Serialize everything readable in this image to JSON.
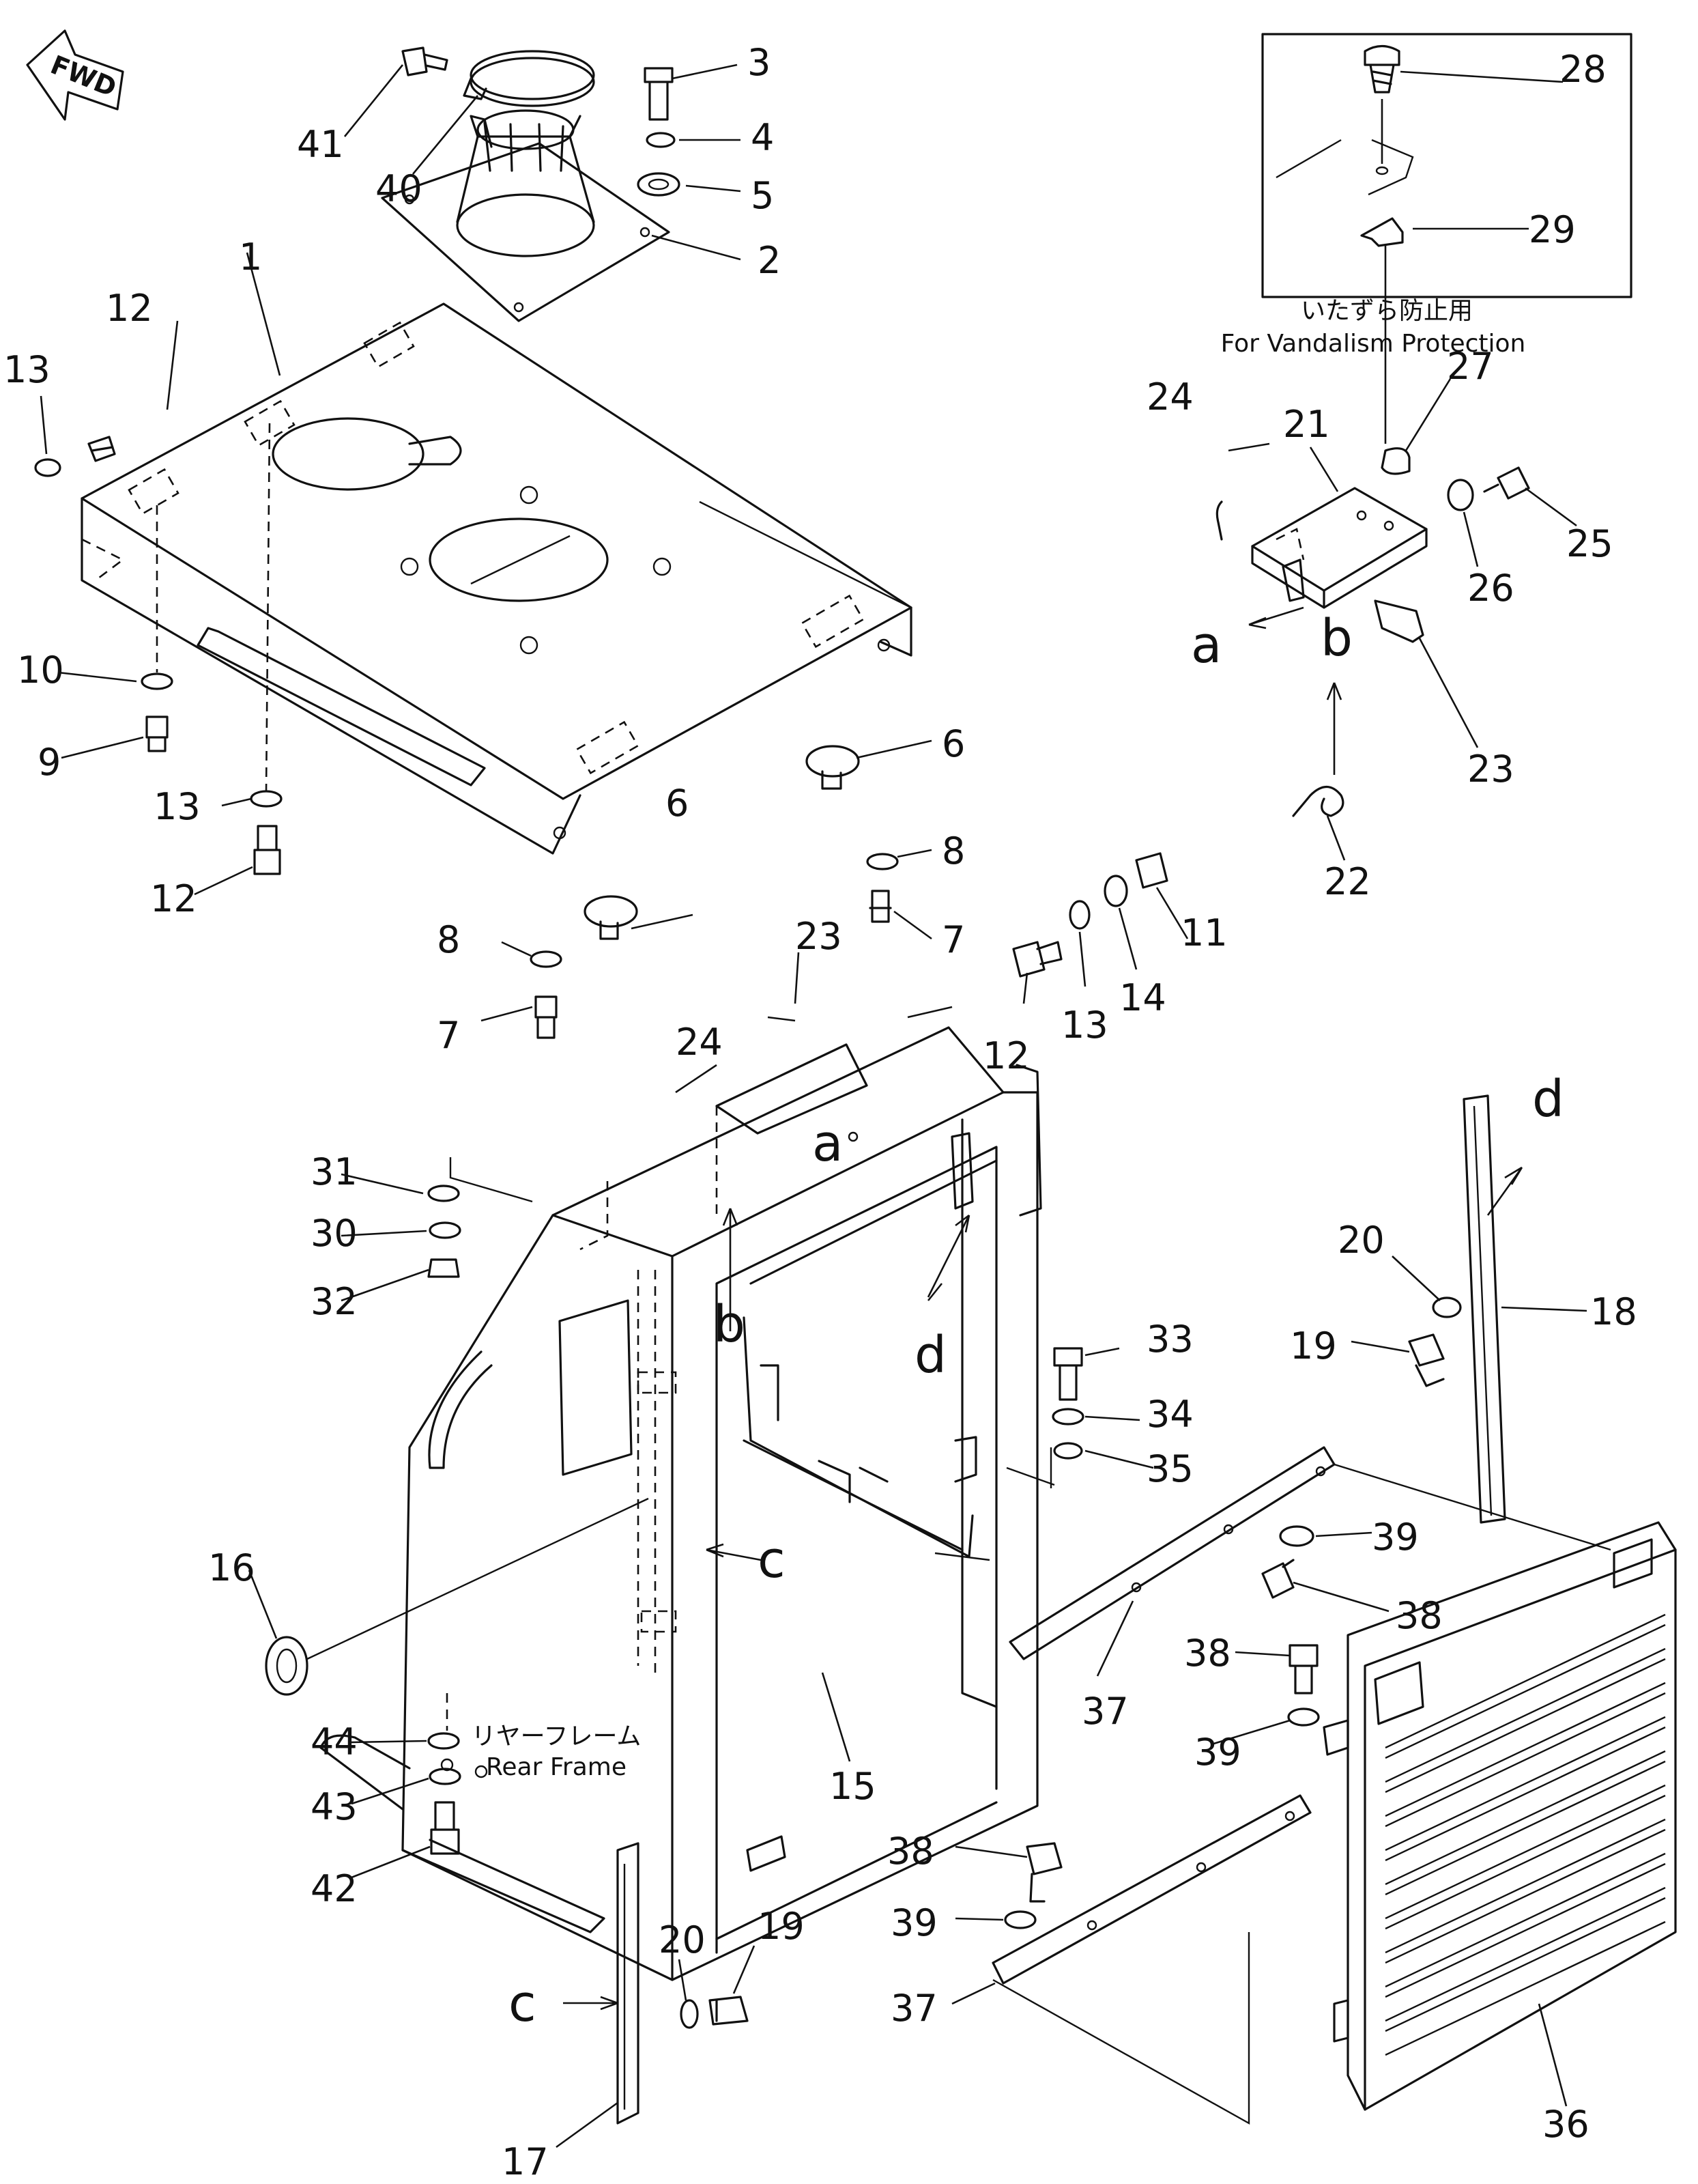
{
  "orientation_label": "FWD",
  "notes": {
    "vandalism_ja": "いたずら防止用",
    "vandalism_en": "For Vandalism Protection",
    "rear_frame_ja": "リヤーフレーム",
    "rear_frame_en": "Rear Frame"
  },
  "callouts": {
    "p1": "1",
    "p2": "2",
    "p3": "3",
    "p4": "4",
    "p5": "5",
    "p6a": "6",
    "p6b": "6",
    "p7a": "7",
    "p7b": "7",
    "p8a": "8",
    "p8b": "8",
    "p9": "9",
    "p10": "10",
    "p11": "11",
    "p12a": "12",
    "p12b": "12",
    "p12c": "12",
    "p13a": "13",
    "p13b": "13",
    "p13c": "13",
    "p14": "14",
    "p15": "15",
    "p16": "16",
    "p17": "17",
    "p18": "18",
    "p19a": "19",
    "p19b": "19",
    "p20a": "20",
    "p20b": "20",
    "p21": "21",
    "p22": "22",
    "p23a": "23",
    "p23b": "23",
    "p24a": "24",
    "p24b": "24",
    "p25": "25",
    "p26": "26",
    "p27": "27",
    "p28": "28",
    "p29": "29",
    "p30": "30",
    "p31": "31",
    "p32": "32",
    "p33": "33",
    "p34": "34",
    "p35": "35",
    "p36": "36",
    "p37a": "37",
    "p37b": "37",
    "p38a": "38",
    "p38b": "38",
    "p38c": "38",
    "p39a": "39",
    "p39b": "39",
    "p39c": "39",
    "p40": "40",
    "p41": "41",
    "p42": "42",
    "p43": "43",
    "p44": "44"
  },
  "view_letters": {
    "a_detail": "a",
    "b_detail": "b",
    "a_frame": "a",
    "b_frame": "b",
    "c_frame": "c",
    "c_bar": "c",
    "d_frame": "d",
    "d_bar": "d"
  }
}
